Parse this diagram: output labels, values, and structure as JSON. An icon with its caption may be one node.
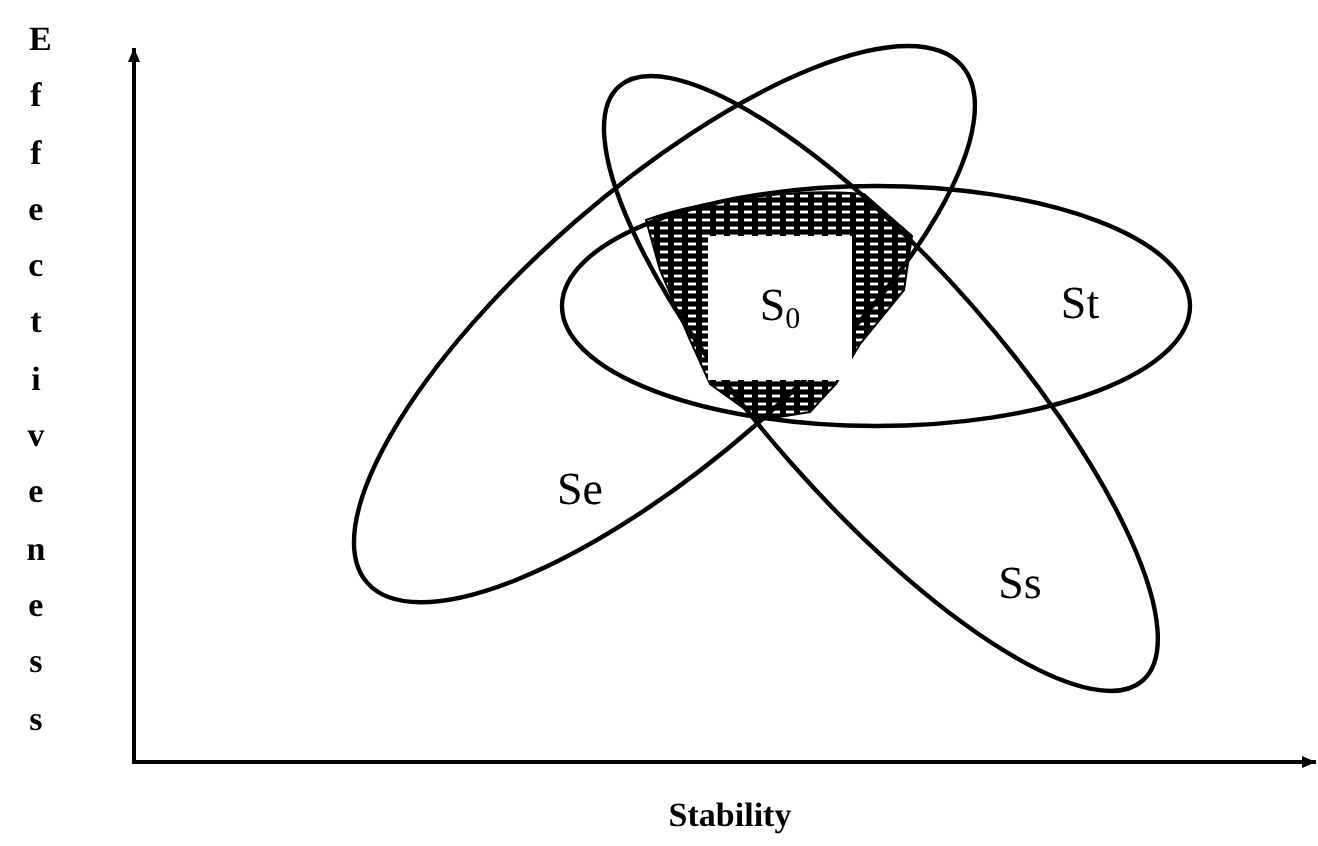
{
  "diagram": {
    "nodes": [
      {
        "text": [
          "Se"
        ]
      },
      {
        "text": [
          "Ss"
        ]
      },
      {
        "text": [
          "St"
        ]
      },
      {
        "text": [
          "S$_{0}$"
        ]
      }
    ],
    "labels": [
      "Effectiveness",
      "Stability"
    ]
  }
}
